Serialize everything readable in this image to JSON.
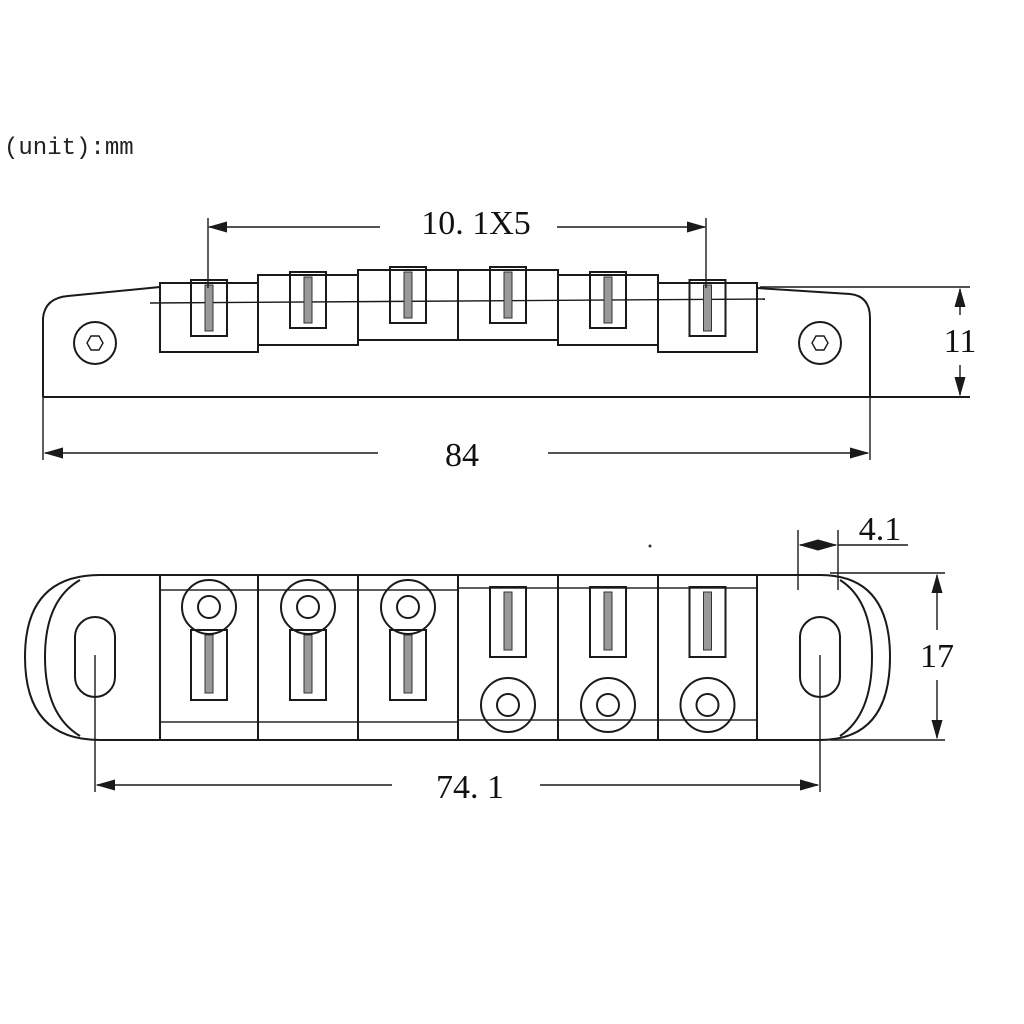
{
  "unit_label": "(unit):mm",
  "top_view": {
    "spacing_label": "10. 1X5",
    "width_label": "84",
    "height_label": "11",
    "saddle_count": 6
  },
  "bottom_view": {
    "mount_spacing_label": "74. 1",
    "depth_label": "17",
    "offset_label": "4.1",
    "saddle_count": 6
  },
  "colors": {
    "line": "#1a1a1a",
    "background": "#ffffff"
  }
}
